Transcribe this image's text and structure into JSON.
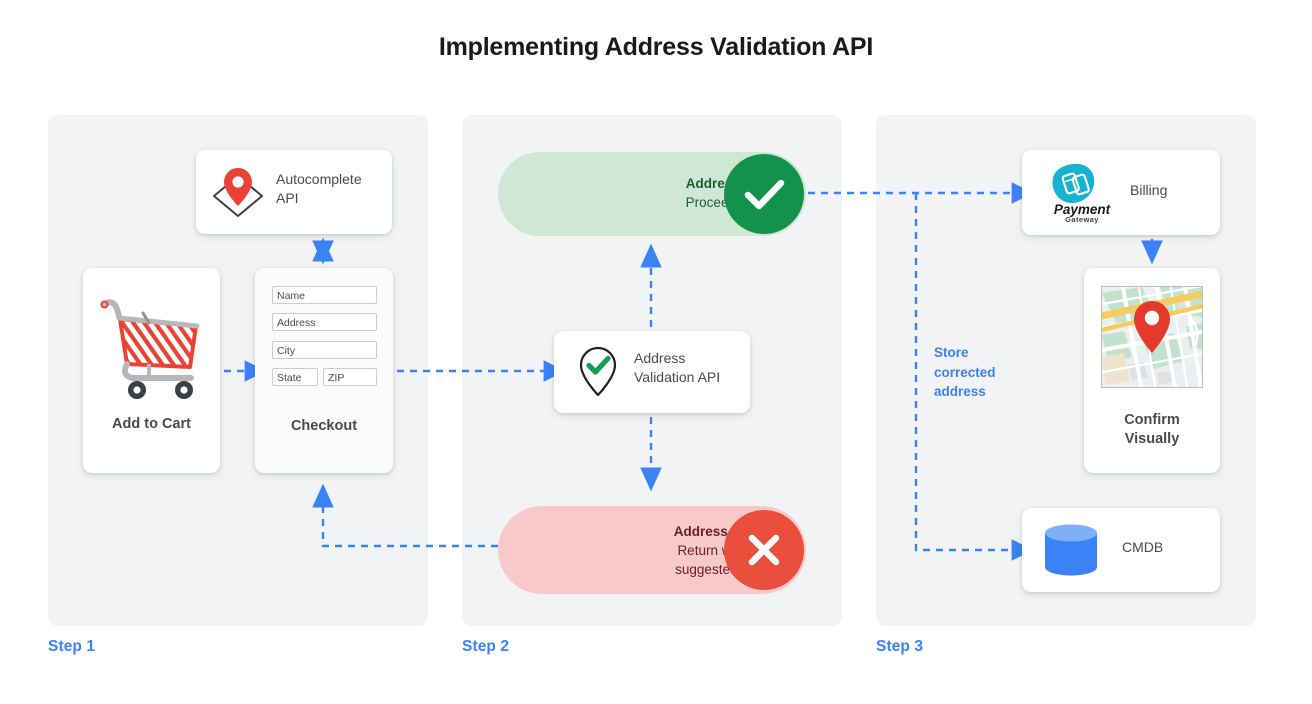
{
  "page": {
    "title": "Implementing Address Validation API",
    "background": "#ffffff",
    "accent_blue": "#3b82f6"
  },
  "steps": [
    {
      "label": "Step 1"
    },
    {
      "label": "Step 2"
    },
    {
      "label": "Step 3"
    }
  ],
  "step1": {
    "add_to_cart": {
      "caption": "Add to Cart",
      "icon": "shopping-cart-icon",
      "icon_color": "#ea4335"
    },
    "checkout": {
      "caption": "Checkout",
      "fields": [
        {
          "name": "name-field",
          "value": "Name"
        },
        {
          "name": "address-field",
          "value": "Address"
        },
        {
          "name": "city-field",
          "value": "City"
        },
        {
          "name": "state-field",
          "value": "State"
        },
        {
          "name": "zip-field",
          "value": "ZIP"
        }
      ]
    },
    "autocomplete": {
      "label_line1": "Autocomplete",
      "label_line2": "API",
      "icon": "map-pin-diamond-icon",
      "icon_color": "#ea4335"
    }
  },
  "step2": {
    "validation_api": {
      "label_line1": "Address",
      "label_line2": "Validation API",
      "icon": "map-pin-check-icon",
      "icon_color": "#12a150"
    },
    "valid_result": {
      "headline": "Address is valid.",
      "detail": "Proceed to billing.",
      "badge_icon": "check-icon",
      "badge_color": "#14924b",
      "pill_color": "#cfe8d6",
      "text_color": "#1e5b33"
    },
    "invalid_result": {
      "headline": "Address is invalid.",
      "detail_line1": "Return with Google",
      "detail_line2": "suggested address.",
      "badge_icon": "close-x-icon",
      "badge_color": "#ea4e3d",
      "pill_color": "#f7c9c9",
      "text_color": "#6b2020"
    }
  },
  "step3": {
    "billing": {
      "label": "Billing",
      "logo_title": "Payment",
      "logo_subtitle": "Gateway",
      "logo_color": "#15b3cf",
      "icon": "payment-gateway-logo"
    },
    "confirm": {
      "caption_line1": "Confirm",
      "caption_line2": "Visually",
      "icon": "map-thumbnail-icon"
    },
    "cmdb": {
      "label": "CMDB",
      "icon": "database-cylinder-icon",
      "icon_color": "#3b82f6"
    },
    "annotation": {
      "line1": "Store",
      "line2": "corrected",
      "line3": "address"
    }
  },
  "connectors": [
    {
      "name": "cart-to-checkout",
      "style": "dashed-arrow-right"
    },
    {
      "name": "autocomplete-checkout",
      "style": "dashed-double-arrow-vertical"
    },
    {
      "name": "checkout-to-validation",
      "style": "dashed-arrow-right"
    },
    {
      "name": "validation-to-valid",
      "style": "dashed-arrow-up"
    },
    {
      "name": "validation-to-invalid",
      "style": "dashed-arrow-down"
    },
    {
      "name": "invalid-back-to-checkout",
      "style": "dashed-elbow-arrow-up"
    },
    {
      "name": "valid-to-billing",
      "style": "dashed-arrow-right"
    },
    {
      "name": "billing-to-confirm",
      "style": "dashed-arrow-down"
    },
    {
      "name": "store-to-cmdb",
      "style": "dashed-elbow-arrow-right"
    }
  ]
}
